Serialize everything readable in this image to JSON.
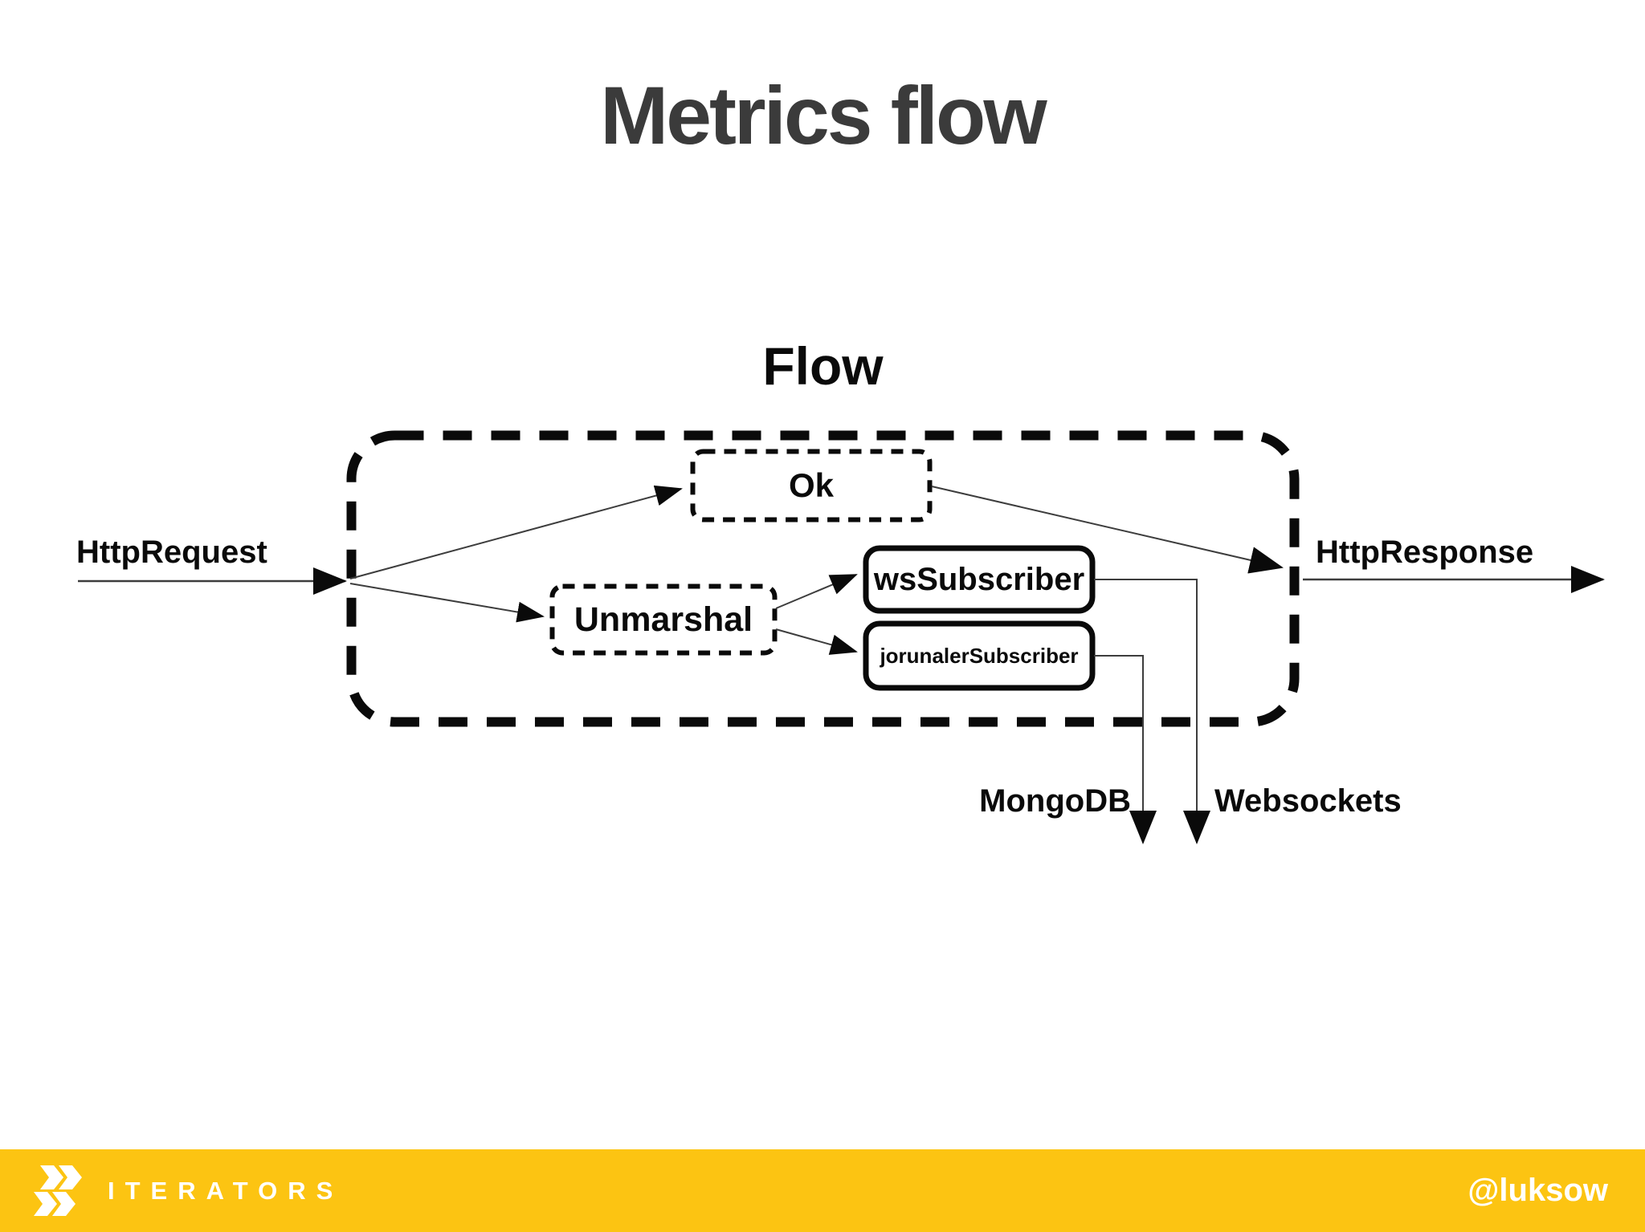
{
  "slide": {
    "title": "Metrics flow",
    "diagram": {
      "container_label": "Flow",
      "nodes": {
        "ok": "Ok",
        "unmarshal": "Unmarshal",
        "ws_subscriber": "wsSubscriber",
        "journaler_subscriber": "jorunalerSubscriber"
      },
      "inputs": {
        "http_request": "HttpRequest"
      },
      "outputs": {
        "http_response": "HttpResponse",
        "mongodb": "MongoDB",
        "websockets": "Websockets"
      }
    },
    "footer": {
      "brand": "ITERATORS",
      "handle": "@luksow"
    }
  },
  "colors": {
    "accent_yellow": "#fcc412",
    "title_gray": "#3b3b3b",
    "ink_black": "#0a0a0a",
    "connector_gray": "#3d3d3d",
    "text_white": "#ffffff"
  }
}
